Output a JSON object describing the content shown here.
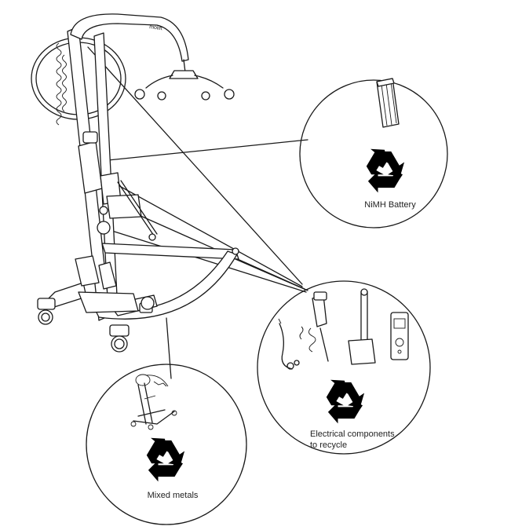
{
  "callouts": {
    "battery": {
      "label": "NiMH Battery",
      "icon": "recycle-icon",
      "component_icon": "battery-pack-icon"
    },
    "electrical": {
      "label_lines": [
        "Electrical components",
        "to recycle"
      ],
      "icon": "recycle-icon",
      "component_icons": [
        "cable-icon",
        "hand-control-icon",
        "actuator-icon",
        "control-box-icon"
      ]
    },
    "metals": {
      "label": "Mixed metals",
      "icon": "recycle-icon",
      "component_icon": "lift-frame-icon"
    }
  },
  "lift": {
    "brand_mark": "molift"
  },
  "colors": {
    "line": "#1a1a1a",
    "background": "#ffffff"
  }
}
